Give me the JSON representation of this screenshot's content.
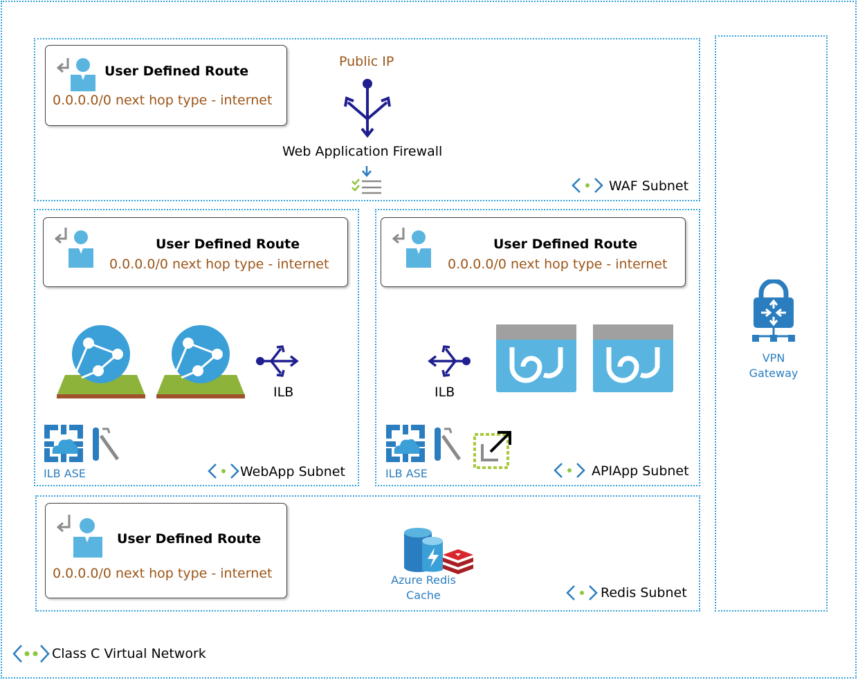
{
  "vnet": {
    "label": "Class C Virtual Network"
  },
  "waf_subnet": {
    "label": "WAF Subnet",
    "udr": {
      "title": "User Defined Route",
      "route": "0.0.0.0/0 next hop type - internet"
    },
    "public_ip_label": "Public IP",
    "waf_label": "Web Application Firewall"
  },
  "webapp_subnet": {
    "label": "WebApp Subnet",
    "udr": {
      "title": "User Defined Route",
      "route": "0.0.0.0/0 next hop type - internet"
    },
    "ilb_label": "ILB",
    "ase_label": "ILB ASE"
  },
  "apiapp_subnet": {
    "label": "APIApp Subnet",
    "udr": {
      "title": "User Defined Route",
      "route": "0.0.0.0/0 next hop type - internet"
    },
    "ilb_label": "ILB",
    "ase_label": "ILB ASE"
  },
  "redis_subnet": {
    "label": "Redis Subnet",
    "udr": {
      "title": "User Defined Route",
      "route": "0.0.0.0/0 next hop type - internet"
    },
    "redis_label_line1": "Azure Redis",
    "redis_label_line2": "Cache"
  },
  "vpn": {
    "label_line1": "VPN",
    "label_line2": "Gateway"
  },
  "colors": {
    "subnet_border": "#2e9fd8",
    "route_text": "#9c5518",
    "icon_blue": "#3b9fd8",
    "dark_blue": "#1f1f8f"
  }
}
